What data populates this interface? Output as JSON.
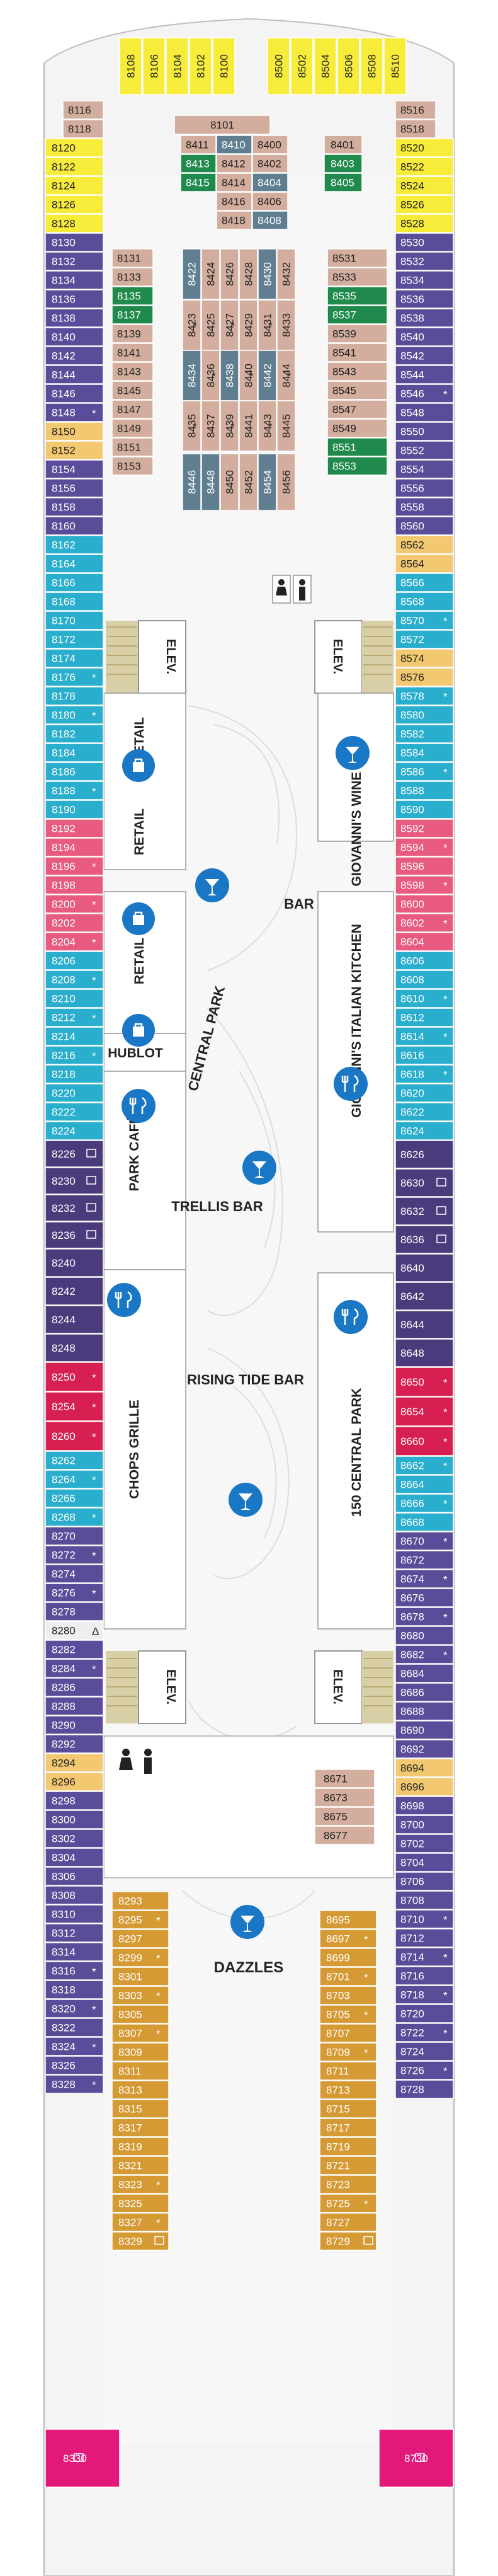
{
  "colors": {
    "purple": "#5b4c9a",
    "yellow": "#f8ec3a",
    "tan": "#d3ae9e",
    "green": "#1f8a4c",
    "orange": "#f2c871",
    "teal": "#2aaecd",
    "pink": "#e85a80",
    "crimson": "#d71f52",
    "darkpurple": "#4b3b7c",
    "gold": "#d69a35",
    "magenta": "#e2187a",
    "slate": "#5f7f90",
    "hull": "#eeeeee",
    "blue": "#1977c6"
  },
  "labels": {
    "elev": "ELEV.",
    "retail": "RETAIL",
    "giovanni_wine": "GIOVANNI'S WINE BAR",
    "giovanni_kitchen": "GIOVANNI'S ITALIAN KITCHEN",
    "bar": "BAR",
    "central_park": "CENTRAL PARK",
    "hublot": "HUBLOT",
    "park_cafe": "PARK CAFÉ",
    "trellis": "TRELLIS BAR",
    "chops": "CHOPS GRILLE",
    "rising": "RISING TIDE BAR",
    "central150": "150 CENTRAL PARK",
    "dazzles": "DAZZLES"
  },
  "bow_cabins": [
    {
      "n": "8108",
      "c": "yellow"
    },
    {
      "n": "8106",
      "c": "yellow"
    },
    {
      "n": "8104",
      "c": "yellow"
    },
    {
      "n": "8102",
      "c": "yellow"
    },
    {
      "n": "8100",
      "c": "yellow"
    },
    {
      "n": "8500",
      "c": "yellow"
    },
    {
      "n": "8502",
      "c": "yellow"
    },
    {
      "n": "8504",
      "c": "yellow"
    },
    {
      "n": "8506",
      "c": "yellow"
    },
    {
      "n": "8508",
      "c": "yellow"
    },
    {
      "n": "8510",
      "c": "yellow"
    }
  ],
  "port_cabins": [
    {
      "n": "8116",
      "c": "tan"
    },
    {
      "n": "8118",
      "c": "tan"
    },
    {
      "n": "8120",
      "c": "yellow"
    },
    {
      "n": "8122",
      "c": "yellow"
    },
    {
      "n": "8124",
      "c": "yellow"
    },
    {
      "n": "8126",
      "c": "yellow"
    },
    {
      "n": "8128",
      "c": "yellow"
    },
    {
      "n": "8130",
      "c": "purple"
    },
    {
      "n": "8132",
      "c": "purple"
    },
    {
      "n": "8134",
      "c": "purple"
    },
    {
      "n": "8136",
      "c": "purple"
    },
    {
      "n": "8138",
      "c": "purple"
    },
    {
      "n": "8140",
      "c": "purple"
    },
    {
      "n": "8142",
      "c": "purple"
    },
    {
      "n": "8144",
      "c": "purple"
    },
    {
      "n": "8146",
      "c": "purple"
    },
    {
      "n": "8148",
      "c": "purple",
      "m": "*"
    },
    {
      "n": "8150",
      "c": "orange"
    },
    {
      "n": "8152",
      "c": "orange"
    },
    {
      "n": "8154",
      "c": "purple"
    },
    {
      "n": "8156",
      "c": "purple"
    },
    {
      "n": "8158",
      "c": "purple"
    },
    {
      "n": "8160",
      "c": "purple"
    },
    {
      "n": "8162",
      "c": "teal"
    },
    {
      "n": "8164",
      "c": "teal"
    },
    {
      "n": "8166",
      "c": "teal"
    },
    {
      "n": "8168",
      "c": "teal"
    },
    {
      "n": "8170",
      "c": "teal"
    },
    {
      "n": "8172",
      "c": "teal"
    },
    {
      "n": "8174",
      "c": "teal"
    },
    {
      "n": "8176",
      "c": "teal",
      "m": "*"
    },
    {
      "n": "8178",
      "c": "teal"
    },
    {
      "n": "8180",
      "c": "teal",
      "m": "*"
    },
    {
      "n": "8182",
      "c": "teal"
    },
    {
      "n": "8184",
      "c": "teal"
    },
    {
      "n": "8186",
      "c": "teal"
    },
    {
      "n": "8188",
      "c": "teal",
      "m": "*"
    },
    {
      "n": "8190",
      "c": "teal"
    },
    {
      "n": "8192",
      "c": "pink"
    },
    {
      "n": "8194",
      "c": "pink"
    },
    {
      "n": "8196",
      "c": "pink",
      "m": "*"
    },
    {
      "n": "8198",
      "c": "pink"
    },
    {
      "n": "8200",
      "c": "pink",
      "m": "*"
    },
    {
      "n": "8202",
      "c": "pink"
    },
    {
      "n": "8204",
      "c": "pink",
      "m": "*"
    },
    {
      "n": "8206",
      "c": "teal"
    },
    {
      "n": "8208",
      "c": "teal",
      "m": "*"
    },
    {
      "n": "8210",
      "c": "teal"
    },
    {
      "n": "8212",
      "c": "teal",
      "m": "*"
    },
    {
      "n": "8214",
      "c": "teal"
    },
    {
      "n": "8216",
      "c": "teal",
      "m": "*"
    },
    {
      "n": "8218",
      "c": "teal"
    },
    {
      "n": "8220",
      "c": "teal"
    },
    {
      "n": "8222",
      "c": "teal"
    },
    {
      "n": "8224",
      "c": "teal"
    },
    {
      "n": "8226",
      "c": "darkpurple",
      "b": true
    },
    {
      "n": "8230",
      "c": "darkpurple",
      "b": true
    },
    {
      "n": "8232",
      "c": "darkpurple",
      "b": true
    },
    {
      "n": "8236",
      "c": "darkpurple",
      "b": true
    },
    {
      "n": "8240",
      "c": "darkpurple"
    },
    {
      "n": "8242",
      "c": "darkpurple"
    },
    {
      "n": "8244",
      "c": "darkpurple"
    },
    {
      "n": "8248",
      "c": "darkpurple"
    },
    {
      "n": "8250",
      "c": "crimson",
      "m": "*"
    },
    {
      "n": "8254",
      "c": "crimson",
      "m": "*"
    },
    {
      "n": "8260",
      "c": "crimson",
      "m": "*"
    },
    {
      "n": "8262",
      "c": "teal"
    },
    {
      "n": "8264",
      "c": "teal",
      "m": "*"
    },
    {
      "n": "8266",
      "c": "teal"
    },
    {
      "n": "8268",
      "c": "teal",
      "m": "*"
    },
    {
      "n": "8270",
      "c": "purple"
    },
    {
      "n": "8272",
      "c": "purple",
      "m": "*"
    },
    {
      "n": "8274",
      "c": "purple"
    },
    {
      "n": "8276",
      "c": "purple",
      "m": "*"
    },
    {
      "n": "8278",
      "c": "purple"
    },
    {
      "n": "8280",
      "c": "hull",
      "m": "Δ"
    },
    {
      "n": "8282",
      "c": "purple"
    },
    {
      "n": "8284",
      "c": "purple",
      "m": "*"
    },
    {
      "n": "8286",
      "c": "purple"
    },
    {
      "n": "8288",
      "c": "purple"
    },
    {
      "n": "8290",
      "c": "purple"
    },
    {
      "n": "8292",
      "c": "purple"
    },
    {
      "n": "8294",
      "c": "orange"
    },
    {
      "n": "8296",
      "c": "orange"
    },
    {
      "n": "8298",
      "c": "purple"
    },
    {
      "n": "8300",
      "c": "purple"
    },
    {
      "n": "8302",
      "c": "purple"
    },
    {
      "n": "8304",
      "c": "purple"
    },
    {
      "n": "8306",
      "c": "purple"
    },
    {
      "n": "8308",
      "c": "purple"
    },
    {
      "n": "8310",
      "c": "purple"
    },
    {
      "n": "8312",
      "c": "purple"
    },
    {
      "n": "8314",
      "c": "purple"
    },
    {
      "n": "8316",
      "c": "purple",
      "m": "*"
    },
    {
      "n": "8318",
      "c": "purple"
    },
    {
      "n": "8320",
      "c": "purple",
      "m": "*"
    },
    {
      "n": "8322",
      "c": "purple"
    },
    {
      "n": "8324",
      "c": "purple",
      "m": "*"
    },
    {
      "n": "8326",
      "c": "purple"
    },
    {
      "n": "8328",
      "c": "purple",
      "m": "*"
    }
  ],
  "stbd_cabins": [
    {
      "n": "8516",
      "c": "tan"
    },
    {
      "n": "8518",
      "c": "tan"
    },
    {
      "n": "8520",
      "c": "yellow"
    },
    {
      "n": "8522",
      "c": "yellow"
    },
    {
      "n": "8524",
      "c": "yellow"
    },
    {
      "n": "8526",
      "c": "yellow"
    },
    {
      "n": "8528",
      "c": "yellow"
    },
    {
      "n": "8530",
      "c": "purple"
    },
    {
      "n": "8532",
      "c": "purple"
    },
    {
      "n": "8534",
      "c": "purple"
    },
    {
      "n": "8536",
      "c": "purple"
    },
    {
      "n": "8538",
      "c": "purple"
    },
    {
      "n": "8540",
      "c": "purple"
    },
    {
      "n": "8542",
      "c": "purple"
    },
    {
      "n": "8544",
      "c": "purple"
    },
    {
      "n": "8546",
      "c": "purple",
      "m": "*"
    },
    {
      "n": "8548",
      "c": "purple"
    },
    {
      "n": "8550",
      "c": "purple"
    },
    {
      "n": "8552",
      "c": "purple"
    },
    {
      "n": "8554",
      "c": "purple"
    },
    {
      "n": "8556",
      "c": "purple"
    },
    {
      "n": "8558",
      "c": "purple"
    },
    {
      "n": "8560",
      "c": "purple"
    },
    {
      "n": "8562",
      "c": "orange"
    },
    {
      "n": "8564",
      "c": "orange"
    },
    {
      "n": "8566",
      "c": "teal"
    },
    {
      "n": "8568",
      "c": "teal"
    },
    {
      "n": "8570",
      "c": "teal",
      "m": "*"
    },
    {
      "n": "8572",
      "c": "teal"
    },
    {
      "n": "8574",
      "c": "orange"
    },
    {
      "n": "8576",
      "c": "orange"
    },
    {
      "n": "8578",
      "c": "teal",
      "m": "*"
    },
    {
      "n": "8580",
      "c": "teal"
    },
    {
      "n": "8582",
      "c": "teal"
    },
    {
      "n": "8584",
      "c": "teal"
    },
    {
      "n": "8586",
      "c": "teal",
      "m": "*"
    },
    {
      "n": "8588",
      "c": "teal"
    },
    {
      "n": "8590",
      "c": "teal"
    },
    {
      "n": "8592",
      "c": "pink"
    },
    {
      "n": "8594",
      "c": "pink",
      "m": "*"
    },
    {
      "n": "8596",
      "c": "pink"
    },
    {
      "n": "8598",
      "c": "pink",
      "m": "*"
    },
    {
      "n": "8600",
      "c": "pink"
    },
    {
      "n": "8602",
      "c": "pink",
      "m": "*"
    },
    {
      "n": "8604",
      "c": "pink"
    },
    {
      "n": "8606",
      "c": "teal"
    },
    {
      "n": "8608",
      "c": "teal"
    },
    {
      "n": "8610",
      "c": "teal",
      "m": "*"
    },
    {
      "n": "8612",
      "c": "teal"
    },
    {
      "n": "8614",
      "c": "teal",
      "m": "*"
    },
    {
      "n": "8616",
      "c": "teal"
    },
    {
      "n": "8618",
      "c": "teal",
      "m": "*"
    },
    {
      "n": "8620",
      "c": "teal"
    },
    {
      "n": "8622",
      "c": "teal"
    },
    {
      "n": "8624",
      "c": "teal"
    },
    {
      "n": "8626",
      "c": "darkpurple"
    },
    {
      "n": "8630",
      "c": "darkpurple",
      "b": true
    },
    {
      "n": "8632",
      "c": "darkpurple",
      "b": true
    },
    {
      "n": "8636",
      "c": "darkpurple",
      "b": true
    },
    {
      "n": "8640",
      "c": "darkpurple"
    },
    {
      "n": "8642",
      "c": "darkpurple"
    },
    {
      "n": "8644",
      "c": "darkpurple"
    },
    {
      "n": "8648",
      "c": "darkpurple"
    },
    {
      "n": "8650",
      "c": "crimson",
      "m": "*"
    },
    {
      "n": "8654",
      "c": "crimson",
      "m": "*"
    },
    {
      "n": "8660",
      "c": "crimson",
      "m": "*"
    },
    {
      "n": "8662",
      "c": "teal",
      "m": "*"
    },
    {
      "n": "8664",
      "c": "teal"
    },
    {
      "n": "8666",
      "c": "teal",
      "m": "*"
    },
    {
      "n": "8668",
      "c": "teal"
    },
    {
      "n": "8670",
      "c": "purple",
      "m": "*"
    },
    {
      "n": "8672",
      "c": "purple"
    },
    {
      "n": "8674",
      "c": "purple",
      "m": "*"
    },
    {
      "n": "8676",
      "c": "purple"
    },
    {
      "n": "8678",
      "c": "purple",
      "m": "*"
    },
    {
      "n": "8680",
      "c": "purple"
    },
    {
      "n": "8682",
      "c": "purple",
      "m": "*"
    },
    {
      "n": "8684",
      "c": "purple"
    },
    {
      "n": "8686",
      "c": "purple"
    },
    {
      "n": "8688",
      "c": "purple"
    },
    {
      "n": "8690",
      "c": "purple"
    },
    {
      "n": "8692",
      "c": "purple"
    },
    {
      "n": "8694",
      "c": "orange"
    },
    {
      "n": "8696",
      "c": "orange"
    },
    {
      "n": "8698",
      "c": "purple"
    },
    {
      "n": "8700",
      "c": "purple"
    },
    {
      "n": "8702",
      "c": "purple"
    },
    {
      "n": "8704",
      "c": "purple"
    },
    {
      "n": "8706",
      "c": "purple"
    },
    {
      "n": "8708",
      "c": "purple"
    },
    {
      "n": "8710",
      "c": "purple",
      "m": "*"
    },
    {
      "n": "8712",
      "c": "purple"
    },
    {
      "n": "8714",
      "c": "purple",
      "m": "*"
    },
    {
      "n": "8716",
      "c": "purple"
    },
    {
      "n": "8718",
      "c": "purple",
      "m": "*"
    },
    {
      "n": "8720",
      "c": "purple"
    },
    {
      "n": "8722",
      "c": "purple",
      "m": "*"
    },
    {
      "n": "8724",
      "c": "purple"
    },
    {
      "n": "8726",
      "c": "purple",
      "m": "*"
    },
    {
      "n": "8728",
      "c": "purple"
    }
  ],
  "aft_suites": [
    {
      "n": "8330",
      "c": "magenta",
      "b": true
    },
    {
      "n": "8730",
      "c": "magenta",
      "b": true
    }
  ],
  "block_8400": [
    {
      "n": "8101",
      "c": "tan"
    },
    {
      "n": "8411",
      "c": "tan"
    },
    {
      "n": "8410",
      "c": "slate"
    },
    {
      "n": "8400",
      "c": "tan"
    },
    {
      "n": "8413",
      "c": "green"
    },
    {
      "n": "8412",
      "c": "tan"
    },
    {
      "n": "8402",
      "c": "tan"
    },
    {
      "n": "8415",
      "c": "green"
    },
    {
      "n": "8414",
      "c": "tan"
    },
    {
      "n": "8404",
      "c": "slate"
    },
    {
      "n": "8416",
      "c": "tan"
    },
    {
      "n": "8406",
      "c": "tan"
    },
    {
      "n": "8418",
      "c": "tan"
    },
    {
      "n": "8408",
      "c": "slate"
    }
  ],
  "block_8401": [
    {
      "n": "8401",
      "c": "tan"
    },
    {
      "n": "8403",
      "c": "green"
    },
    {
      "n": "8405",
      "c": "green"
    }
  ],
  "block_8131": [
    {
      "n": "8131",
      "c": "tan"
    },
    {
      "n": "8133",
      "c": "tan"
    },
    {
      "n": "8135",
      "c": "green"
    },
    {
      "n": "8137",
      "c": "green"
    },
    {
      "n": "8139",
      "c": "tan"
    },
    {
      "n": "8141",
      "c": "tan"
    },
    {
      "n": "8143",
      "c": "tan"
    },
    {
      "n": "8145",
      "c": "tan"
    },
    {
      "n": "8147",
      "c": "tan"
    },
    {
      "n": "8149",
      "c": "tan"
    },
    {
      "n": "8151",
      "c": "tan"
    },
    {
      "n": "8153",
      "c": "tan"
    }
  ],
  "block_8531": [
    {
      "n": "8531",
      "c": "tan"
    },
    {
      "n": "8533",
      "c": "tan"
    },
    {
      "n": "8535",
      "c": "green"
    },
    {
      "n": "8537",
      "c": "green"
    },
    {
      "n": "8539",
      "c": "tan"
    },
    {
      "n": "8541",
      "c": "tan"
    },
    {
      "n": "8543",
      "c": "tan"
    },
    {
      "n": "8545",
      "c": "tan"
    },
    {
      "n": "8547",
      "c": "tan"
    },
    {
      "n": "8549",
      "c": "tan"
    },
    {
      "n": "8551",
      "c": "green"
    },
    {
      "n": "8553",
      "c": "green"
    }
  ],
  "vertical_block_top": [
    {
      "n": "8422",
      "c": "slate"
    },
    {
      "n": "8424",
      "c": "tan"
    },
    {
      "n": "8426",
      "c": "tan"
    },
    {
      "n": "8428",
      "c": "tan"
    },
    {
      "n": "8430",
      "c": "slate"
    },
    {
      "n": "8432",
      "c": "tan"
    }
  ],
  "vertical_block_mid1": [
    {
      "n": "8423",
      "c": "tan",
      "m": "*"
    },
    {
      "n": "8425",
      "c": "tan"
    },
    {
      "n": "8427",
      "c": "tan",
      "m": "*"
    },
    {
      "n": "8429",
      "c": "tan"
    },
    {
      "n": "8431",
      "c": "tan",
      "m": "*"
    },
    {
      "n": "8433",
      "c": "tan"
    }
  ],
  "vertical_block_mid2": [
    {
      "n": "8434",
      "c": "slate"
    },
    {
      "n": "8436",
      "c": "tan",
      "m": "*"
    },
    {
      "n": "8438",
      "c": "slate"
    },
    {
      "n": "8440",
      "c": "tan",
      "m": "*"
    },
    {
      "n": "8442",
      "c": "slate"
    },
    {
      "n": "8444",
      "c": "tan",
      "m": "*"
    }
  ],
  "vertical_block_low": [
    {
      "n": "8435",
      "c": "tan",
      "m": "*"
    },
    {
      "n": "8437",
      "c": "tan"
    },
    {
      "n": "8439",
      "c": "tan",
      "m": "*"
    },
    {
      "n": "8441",
      "c": "tan"
    },
    {
      "n": "8443",
      "c": "tan",
      "m": "*"
    },
    {
      "n": "8445",
      "c": "tan"
    }
  ],
  "vertical_block_bottom": [
    {
      "n": "8446",
      "c": "slate"
    },
    {
      "n": "8448",
      "c": "slate"
    },
    {
      "n": "8450",
      "c": "tan"
    },
    {
      "n": "8452",
      "c": "tan"
    },
    {
      "n": "8454",
      "c": "slate"
    },
    {
      "n": "8456",
      "c": "tan"
    }
  ],
  "block_8671": [
    {
      "n": "8671",
      "c": "tan"
    },
    {
      "n": "8673",
      "c": "tan"
    },
    {
      "n": "8675",
      "c": "tan"
    },
    {
      "n": "8677",
      "c": "tan"
    }
  ],
  "inner_port_aft": [
    {
      "n": "8293",
      "c": "gold"
    },
    {
      "n": "8295",
      "c": "gold",
      "m": "*"
    },
    {
      "n": "8297",
      "c": "gold"
    },
    {
      "n": "8299",
      "c": "gold",
      "m": "*"
    },
    {
      "n": "8301",
      "c": "gold"
    },
    {
      "n": "8303",
      "c": "gold",
      "m": "*"
    },
    {
      "n": "8305",
      "c": "gold"
    },
    {
      "n": "8307",
      "c": "gold",
      "m": "*"
    },
    {
      "n": "8309",
      "c": "gold"
    },
    {
      "n": "8311",
      "c": "gold"
    },
    {
      "n": "8313",
      "c": "gold"
    },
    {
      "n": "8315",
      "c": "gold"
    },
    {
      "n": "8317",
      "c": "gold"
    },
    {
      "n": "8319",
      "c": "gold"
    },
    {
      "n": "8321",
      "c": "gold"
    },
    {
      "n": "8323",
      "c": "gold",
      "m": "*"
    },
    {
      "n": "8325",
      "c": "gold"
    },
    {
      "n": "8327",
      "c": "gold",
      "m": "*"
    },
    {
      "n": "8329",
      "c": "gold",
      "b": true
    }
  ],
  "inner_stbd_aft": [
    {
      "n": "8695",
      "c": "gold"
    },
    {
      "n": "8697",
      "c": "gold",
      "m": "*"
    },
    {
      "n": "8699",
      "c": "gold"
    },
    {
      "n": "8701",
      "c": "gold",
      "m": "*"
    },
    {
      "n": "8703",
      "c": "gold"
    },
    {
      "n": "8705",
      "c": "gold",
      "m": "*"
    },
    {
      "n": "8707",
      "c": "gold"
    },
    {
      "n": "8709",
      "c": "gold",
      "m": "*"
    },
    {
      "n": "8711",
      "c": "gold"
    },
    {
      "n": "8713",
      "c": "gold"
    },
    {
      "n": "8715",
      "c": "gold"
    },
    {
      "n": "8717",
      "c": "gold"
    },
    {
      "n": "8719",
      "c": "gold"
    },
    {
      "n": "8721",
      "c": "gold"
    },
    {
      "n": "8723",
      "c": "gold"
    },
    {
      "n": "8725",
      "c": "gold",
      "m": "*"
    },
    {
      "n": "8727",
      "c": "gold"
    },
    {
      "n": "8729",
      "c": "gold",
      "b": true
    }
  ]
}
